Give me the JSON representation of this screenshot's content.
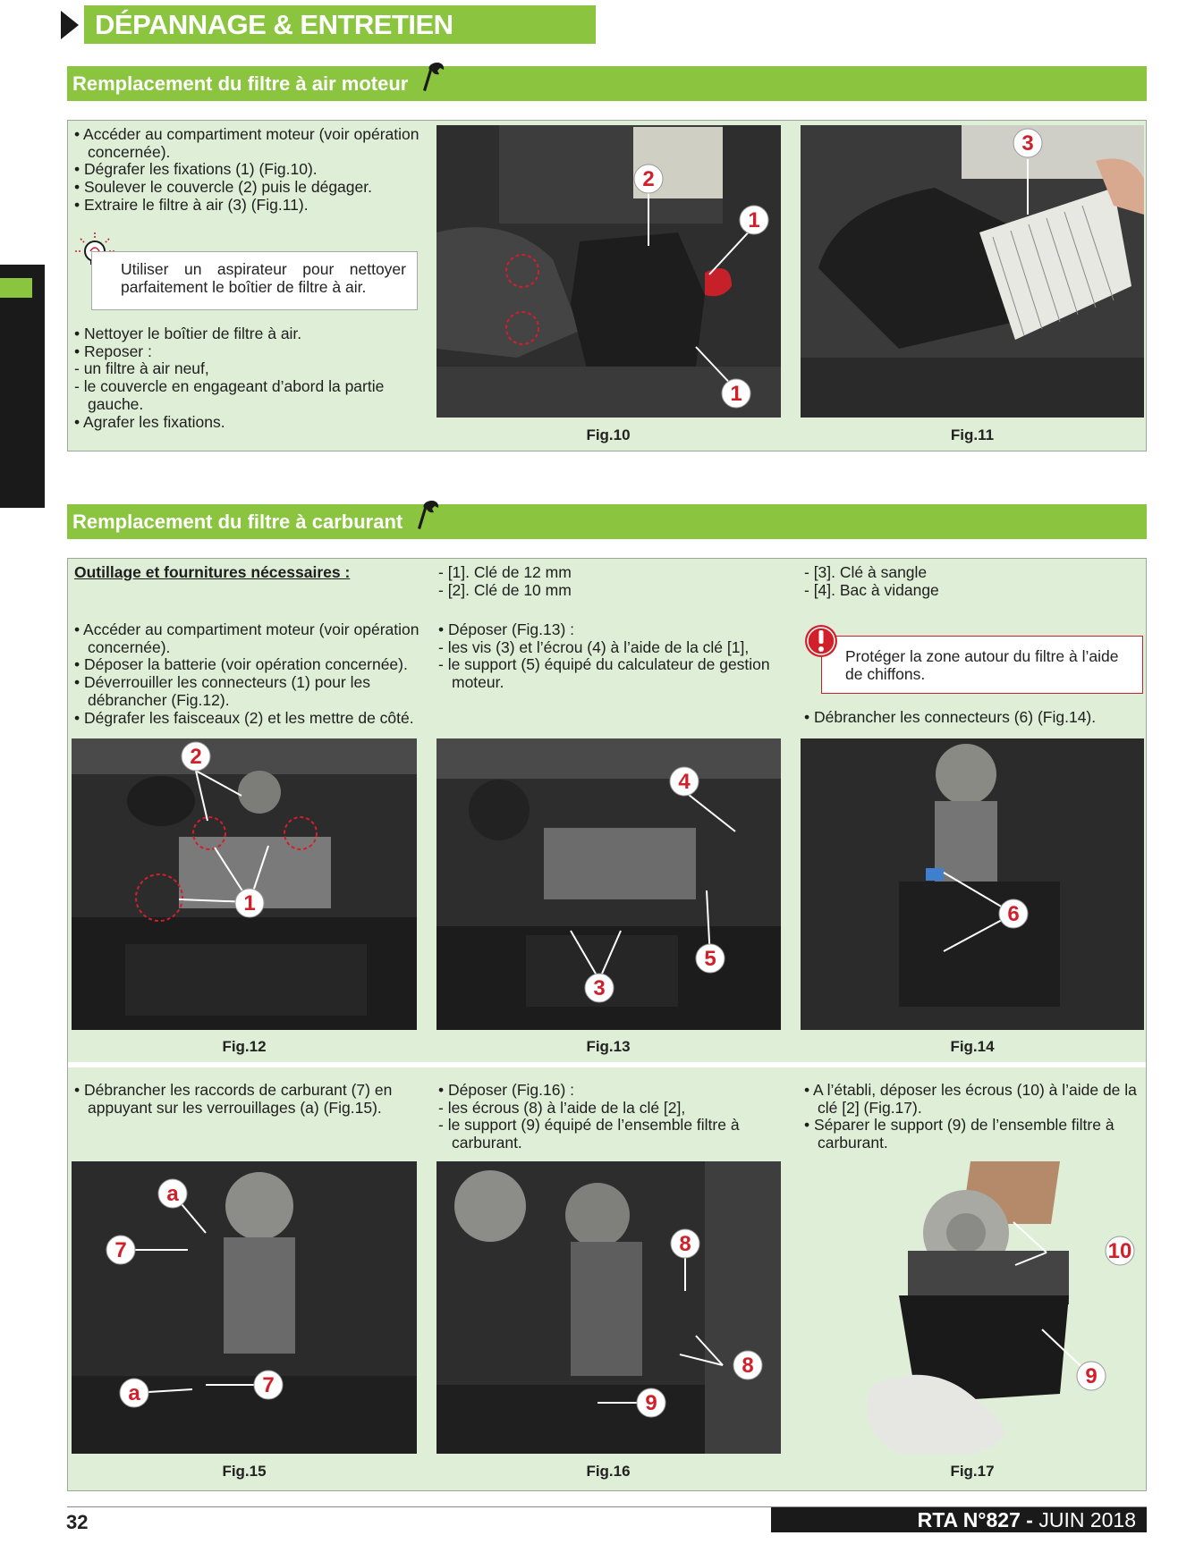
{
  "header": {
    "title": "DÉPANNAGE & ENTRETIEN COURANT"
  },
  "section1": {
    "title": "Remplacement du filtre à air moteur",
    "steps_a": [
      "• Accéder au compartiment moteur (voir opération",
      "concernée).",
      "• Dégrafer les fixations (1) (Fig.10).",
      "• Soulever le couvercle (2) puis le dégager.",
      "• Extraire le filtre à air (3) (Fig.11)."
    ],
    "tip": "Utiliser un aspirateur pour nettoyer parfaitement le boîtier de filtre à air.",
    "steps_b": [
      "• Nettoyer le boîtier de filtre à air.",
      "• Reposer :",
      "- un filtre à air neuf,",
      "- le couvercle en engageant d’abord la partie",
      "gauche.",
      "• Agrafer les fixations."
    ],
    "fig10": {
      "caption": "Fig.10",
      "callouts": [
        "2",
        "1",
        "1"
      ]
    },
    "fig11": {
      "caption": "Fig.11",
      "callouts": [
        "3"
      ]
    }
  },
  "section2": {
    "title": "Remplacement du filtre à carburant",
    "tools_title": "Outillage et fournitures nécessaires :",
    "tools_mid": [
      "- [1]. Clé de 12 mm",
      "- [2]. Clé de 10 mm"
    ],
    "tools_right": [
      "- [3]. Clé à sangle",
      "- [4]. Bac à vidange"
    ],
    "col1": [
      "• Accéder au compartiment moteur (voir opération",
      "concernée).",
      "• Déposer la batterie (voir opération concernée).",
      "• Déverrouiller les connecteurs (1) pour les",
      "débrancher (Fig.12).",
      "• Dégrafer les faisceaux (2) et les mettre de côté."
    ],
    "col2": [
      "• Déposer (Fig.13) :",
      "- les vis (3) et l’écrou (4) à l’aide de la clé [1],",
      "- le support (5) équipé du calculateur de gestion",
      "moteur."
    ],
    "warning": "Protéger la zone autour du filtre à l’aide de chiffons.",
    "col3": "• Débrancher les connecteurs (6) (Fig.14).",
    "row2_col1": [
      "• Débrancher les raccords de carburant (7) en",
      "appuyant sur les verrouillages (a) (Fig.15)."
    ],
    "row2_col2": [
      "• Déposer (Fig.16) :",
      "- les écrous (8) à l’aide de la clé [2],",
      "- le support (9) équipé de l’ensemble filtre à",
      "carburant."
    ],
    "row2_col3": [
      "• A l’établi, déposer les écrous (10) à l’aide de la",
      "clé [2] (Fig.17).",
      "• Séparer le support (9) de l’ensemble filtre à",
      "carburant."
    ],
    "fig12": {
      "caption": "Fig.12",
      "callouts": [
        "2",
        "1"
      ]
    },
    "fig13": {
      "caption": "Fig.13",
      "callouts": [
        "4",
        "3",
        "5"
      ]
    },
    "fig14": {
      "caption": "Fig.14",
      "callouts": [
        "6"
      ]
    },
    "fig15": {
      "caption": "Fig.15",
      "callouts": [
        "a",
        "7",
        "a",
        "7"
      ]
    },
    "fig16": {
      "caption": "Fig.16",
      "callouts": [
        "8",
        "8",
        "9"
      ]
    },
    "fig17": {
      "caption": "Fig.17",
      "callouts": [
        "10",
        "9"
      ]
    }
  },
  "footer": {
    "page": "32",
    "magazine": "RTA N°827 - ",
    "date": "JUIN 2018"
  },
  "colors": {
    "accent": "#8bc53f",
    "box_bg": "#dfeed6",
    "callout": "#d0202a",
    "dark": "#1a1a1a"
  }
}
